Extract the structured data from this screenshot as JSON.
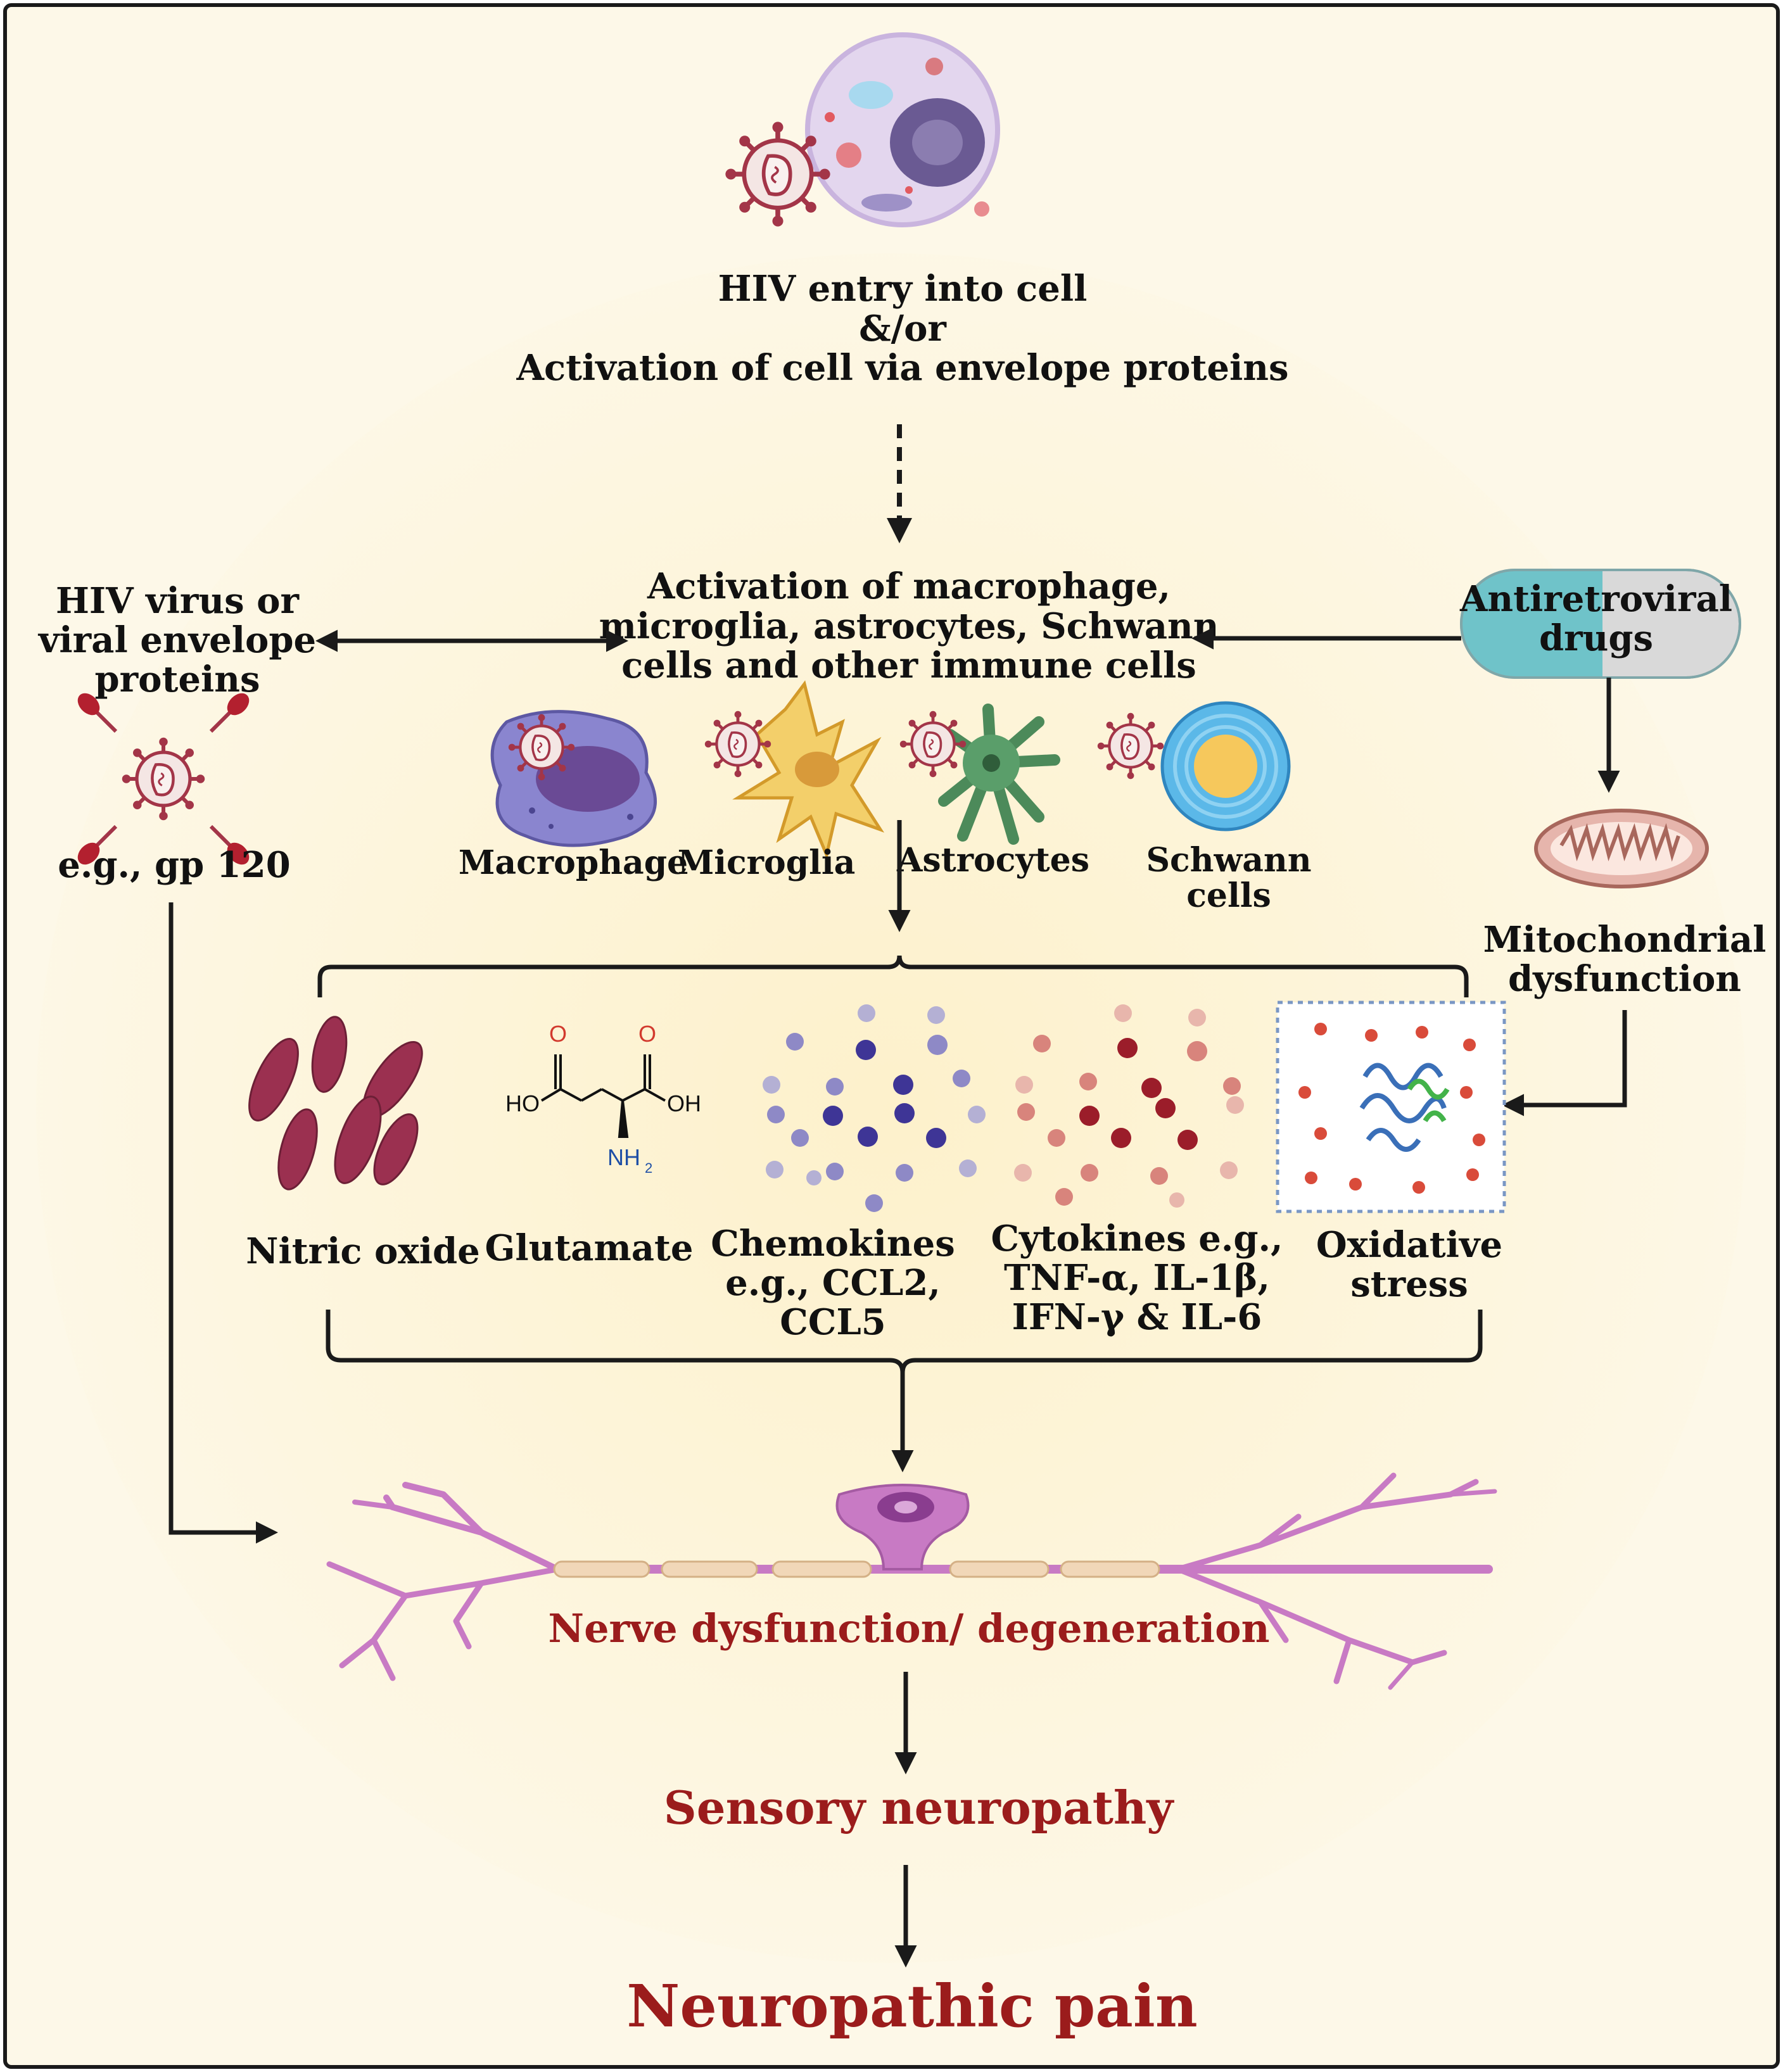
{
  "top": {
    "line1": "HIV entry into cell",
    "line2": "&/or",
    "line3": "Activation of cell via envelope proteins"
  },
  "left": {
    "line1": "HIV virus or",
    "line2": "viral envelope",
    "line3": "proteins",
    "example": "e.g., gp 120"
  },
  "activation": {
    "line1": "Activation of macrophage,",
    "line2": "microglia, astrocytes, Schwann",
    "line3": "cells and other immune cells"
  },
  "drug": {
    "line1": "Antiretroviral",
    "line2": "drugs"
  },
  "mito": {
    "line1": "Mitochondrial",
    "line2": "dysfunction"
  },
  "cells": {
    "macrophage": "Macrophage",
    "microglia": "Microglia",
    "astrocytes": "Astrocytes",
    "schwann1": "Schwann",
    "schwann2": "cells"
  },
  "mediators": {
    "nitric": "Nitric oxide",
    "glutamate": "Glutamate",
    "chemo1": "Chemokines",
    "chemo2": "e.g., CCL2,",
    "chemo3": "CCL5",
    "cyto1": "Cytokines e.g.,",
    "cyto2": "TNF-α, IL-1β,",
    "cyto3": "IFN-γ & IL-6",
    "ox1": "Oxidative",
    "ox2": "stress"
  },
  "glutamate_struct": {
    "o": "O",
    "ho": "HO",
    "oh": "OH",
    "nh": "NH",
    "sub2": "2"
  },
  "nerve": "Nerve dysfunction/ degeneration",
  "sensory": "Sensory neuropathy",
  "pain": "Neuropathic pain",
  "colors": {
    "background": "#fdf5dc",
    "accent_text": "#9b1c1c",
    "arrow": "#1a1a1a",
    "capsule_teal": "#6fc3c9",
    "capsule_grey": "#d9d9d9",
    "macrophage": "#8a85cf",
    "microglia": "#f3cf6a",
    "astrocyte": "#5a9e6a",
    "schwann": "#5bb8e8",
    "nitric_oxide": "#9b3050",
    "neuron": "#c87ac4"
  }
}
